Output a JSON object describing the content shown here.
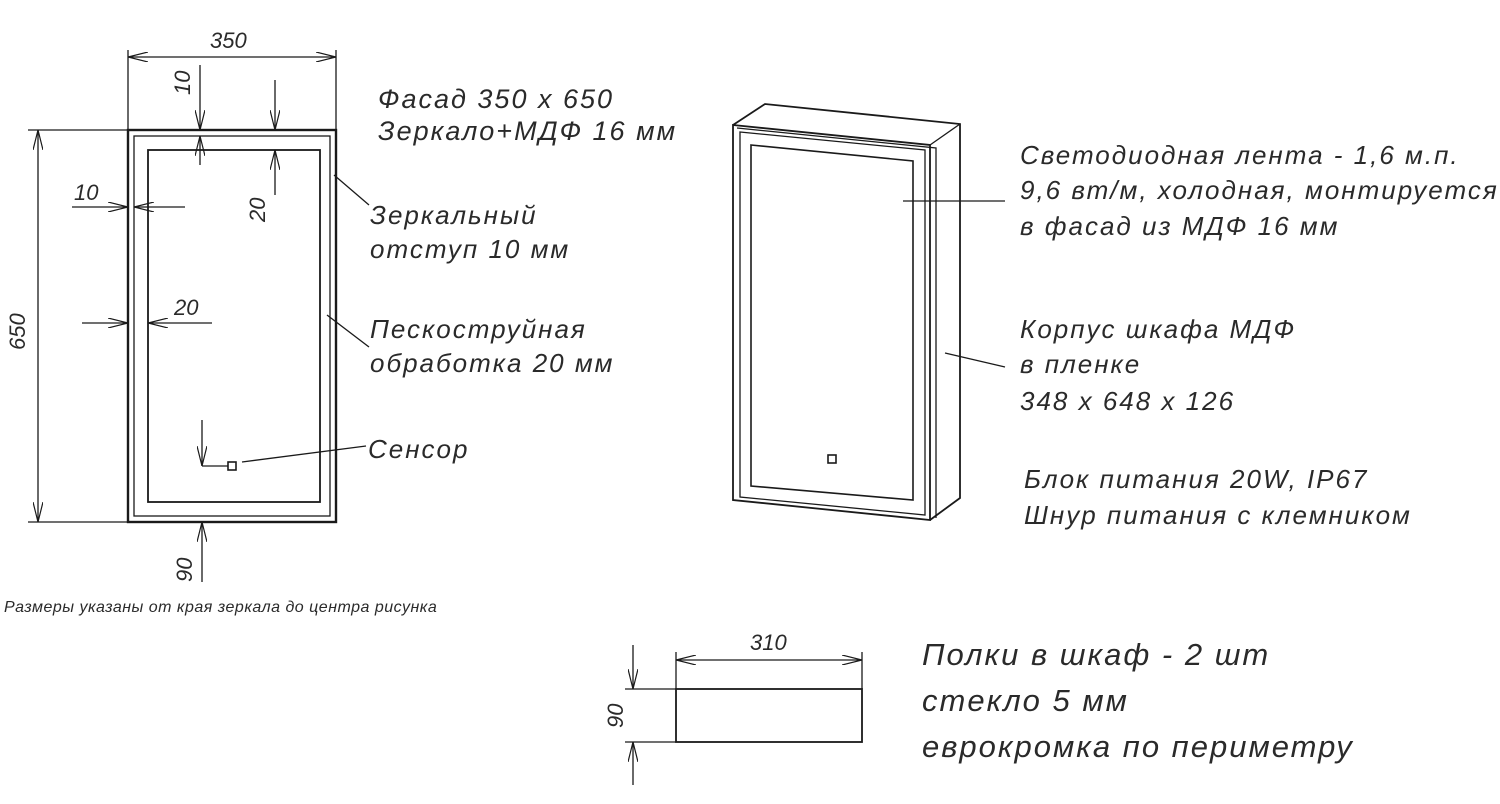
{
  "front_view": {
    "dim_width": "350",
    "dim_height": "650",
    "dim_top_offset": "10",
    "dim_top_blast": "20",
    "dim_left_offset": "10",
    "dim_left_blast": "20",
    "dim_sensor": "90",
    "facade_lines": [
      "Фасад 350 х 650",
      "Зеркало+МДФ 16 мм"
    ],
    "mirror_offset_lines": [
      "Зеркальный",
      "отступ 10 мм"
    ],
    "sandblast_lines": [
      "Пескоструйная",
      "обработка 20 мм"
    ],
    "sensor_label": "Сенсор",
    "note": "Размеры указаны от края зеркала до центра рисунка"
  },
  "iso_view": {
    "led_lines": [
      "Светодиодная лента - 1,6 м.п.",
      "9,6 вт/м, холодная, монтируется",
      "в фасад из МДФ 16 мм"
    ],
    "body_lines": [
      "Корпус шкафа МДФ",
      "в пленке",
      "348 х 648 х 126"
    ],
    "power_lines": [
      "Блок питания 20W, IP67",
      "Шнур питания с клемником"
    ]
  },
  "shelf": {
    "dim_width": "310",
    "dim_height": "90",
    "lines": [
      "Полки в шкаф - 2 шт",
      "стекло 5 мм",
      "еврокромка по периметру"
    ]
  }
}
